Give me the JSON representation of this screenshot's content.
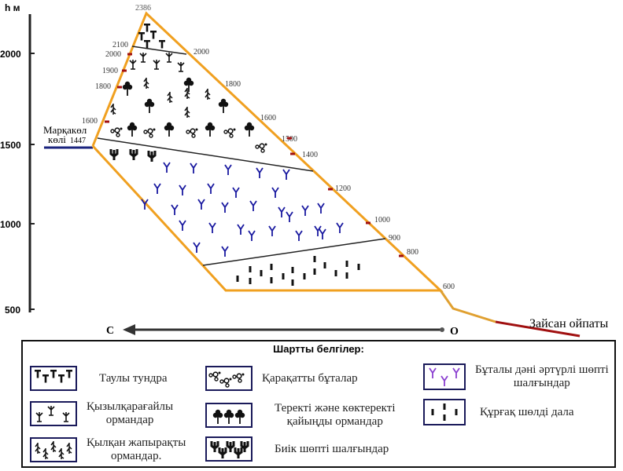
{
  "axis": {
    "unit": "h м",
    "ticks": [
      "2000",
      "1500",
      "1000",
      "500"
    ]
  },
  "peak": "2386",
  "lake": {
    "name_line1": "Марқакөл",
    "name_line2": "көлі",
    "elev": "1447"
  },
  "left_marks": [
    "2100",
    "2000",
    "1900",
    "1800",
    "1600"
  ],
  "right_marks": [
    "2000",
    "1800",
    "1600",
    "1500",
    "1400",
    "1200",
    "1000",
    "900",
    "800",
    "600"
  ],
  "direction": {
    "from": "О",
    "to": "С"
  },
  "lowland": "Зайсан ойпаты",
  "colors": {
    "slope": "#f0a020",
    "lake": "#1a237e",
    "lowland": "#a01010",
    "meadow": "#1a1aa0",
    "legend_meadow": "#8a3fd0"
  },
  "legend": {
    "title": "Шартты белгілер:",
    "items": [
      {
        "icon": "tundra-icon",
        "line1": "Таулы тундра",
        "line2": ""
      },
      {
        "icon": "larch-icon",
        "line1": "Қызылқарағайлы",
        "line2": "ормандар"
      },
      {
        "icon": "conifer-icon",
        "line1": "Қылқан жапырақты",
        "line2": "ормандар."
      },
      {
        "icon": "berry-bush-icon",
        "line1": "Қарақатты бұталар",
        "line2": ""
      },
      {
        "icon": "aspen-icon",
        "line1": "Теректі және көктеректі",
        "line2": "қайыңды ормандар"
      },
      {
        "icon": "tall-grass-icon",
        "line1": "Биік шөпті шалғындар",
        "line2": ""
      },
      {
        "icon": "shrub-meadow-icon",
        "line1": "Бұталы дәні әртүрлі шөпті",
        "line2": "шалғындар"
      },
      {
        "icon": "dry-steppe-icon",
        "line1": "Құрғақ шөлді дала",
        "line2": ""
      }
    ]
  }
}
